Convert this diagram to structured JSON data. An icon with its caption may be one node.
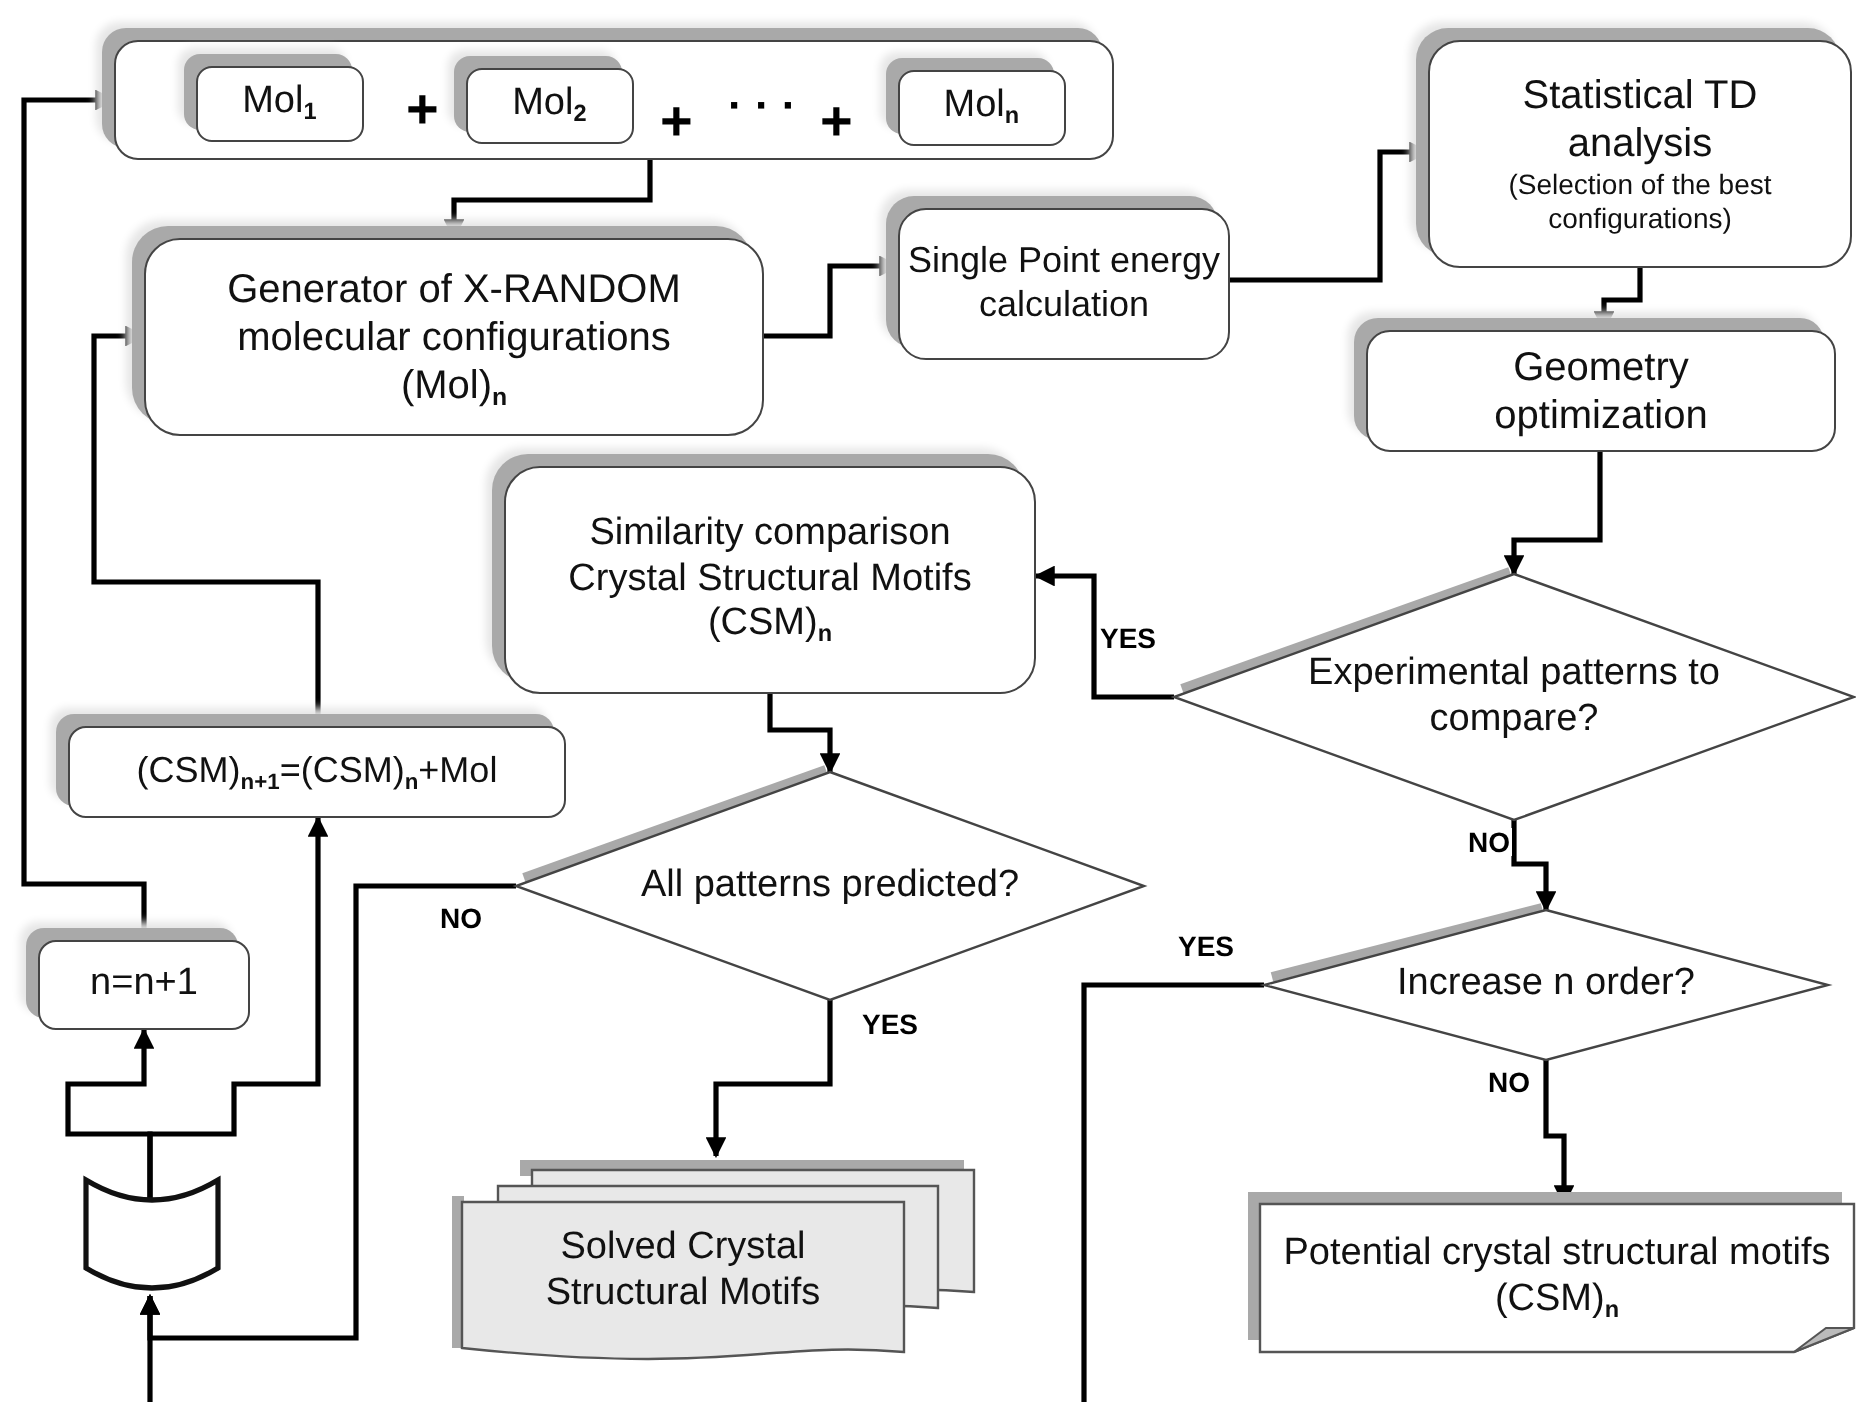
{
  "diagram": {
    "nodes": [
      {
        "text": [],
        "shape": "box"
      },
      {
        "text": [
          "Mol$_{1}$"
        ],
        "in": 0
      },
      {
        "text": [
          "Mol$_{2}$"
        ],
        "in": 0
      },
      {
        "text": [
          "Mol$_{n}$"
        ],
        "in": 0
      },
      {
        "text": [
          "Generator of X-RANDOM molecular configurations (Mol)$_{n}$"
        ]
      },
      {
        "text": [
          "Single Point energy calculation"
        ]
      },
      {
        "text": [
          "Statistical TD analysis",
          "(Selection of the best configurations)"
        ]
      },
      {
        "text": [
          "Geometry optimization"
        ]
      },
      {
        "text": [
          "Experimental patterns to compare?"
        ]
      },
      {
        "text": [
          "Similarity comparison Crystal Structural Motifs (CSM)$_{n}$"
        ]
      },
      {
        "text": [
          "All patterns predicted?"
        ]
      },
      {
        "text": [
          "(CSM)$_{n+1}$=(CSM)$_{n}$+Mol"
        ]
      },
      {
        "text": [
          "n=n+1"
        ]
      },
      {
        "text": [],
        "shape": "cylinder"
      },
      {
        "text": [
          "Solved Crystal Structural Motifs"
        ]
      },
      {
        "text": [
          "Increase n order?"
        ]
      },
      {
        "text": [
          "Potential crystal structural motifs (CSM)$_{n}$"
        ]
      }
    ],
    "edges": [
      {
        "from": 0,
        "to": 4,
        "arrow": "to"
      },
      {
        "from": 4,
        "to": 5,
        "arrow": "to"
      },
      {
        "from": 5,
        "to": 6,
        "arrow": "to"
      },
      {
        "from": 6,
        "to": 7,
        "arrow": "to"
      },
      {
        "from": 7,
        "to": 8,
        "arrow": "to"
      },
      {
        "from": 8,
        "to": 9,
        "arrow": "to",
        "label": "YES"
      },
      {
        "from": 8,
        "to": 15,
        "arrow": "to",
        "label": "NO"
      },
      {
        "from": 9,
        "to": 10,
        "arrow": "to"
      },
      {
        "from": 10,
        "to": 13,
        "arrow": "to",
        "label": "NO"
      },
      {
        "from": 10,
        "to": 14,
        "arrow": "to",
        "label": "YES"
      },
      {
        "from": 15,
        "to": null,
        "arrow": "none",
        "label": "YES"
      },
      {
        "from": null,
        "to": 13,
        "arrow": "to"
      },
      {
        "from": 15,
        "to": 16,
        "arrow": "to",
        "label": "NO"
      },
      {
        "from": 13,
        "to": 12,
        "arrow": "to"
      },
      {
        "from": 13,
        "to": 11,
        "arrow": "to"
      },
      {
        "from": 12,
        "to": 0,
        "arrow": "to"
      },
      {
        "from": 11,
        "to": 4,
        "arrow": "to"
      }
    ],
    "labels": [
      "+",
      "+",
      "· · ·",
      "+"
    ]
  }
}
